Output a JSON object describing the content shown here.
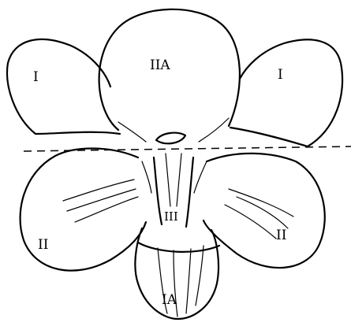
{
  "labels": {
    "dorsal_sepal": "IIA",
    "left_upper_petal": "I",
    "right_upper_petal": "I",
    "left_lower_petal": "II",
    "right_lower_petal": "II",
    "column": "III",
    "lip": "IA"
  },
  "colors": {
    "ink": "#000000",
    "paper": "#ffffff"
  }
}
